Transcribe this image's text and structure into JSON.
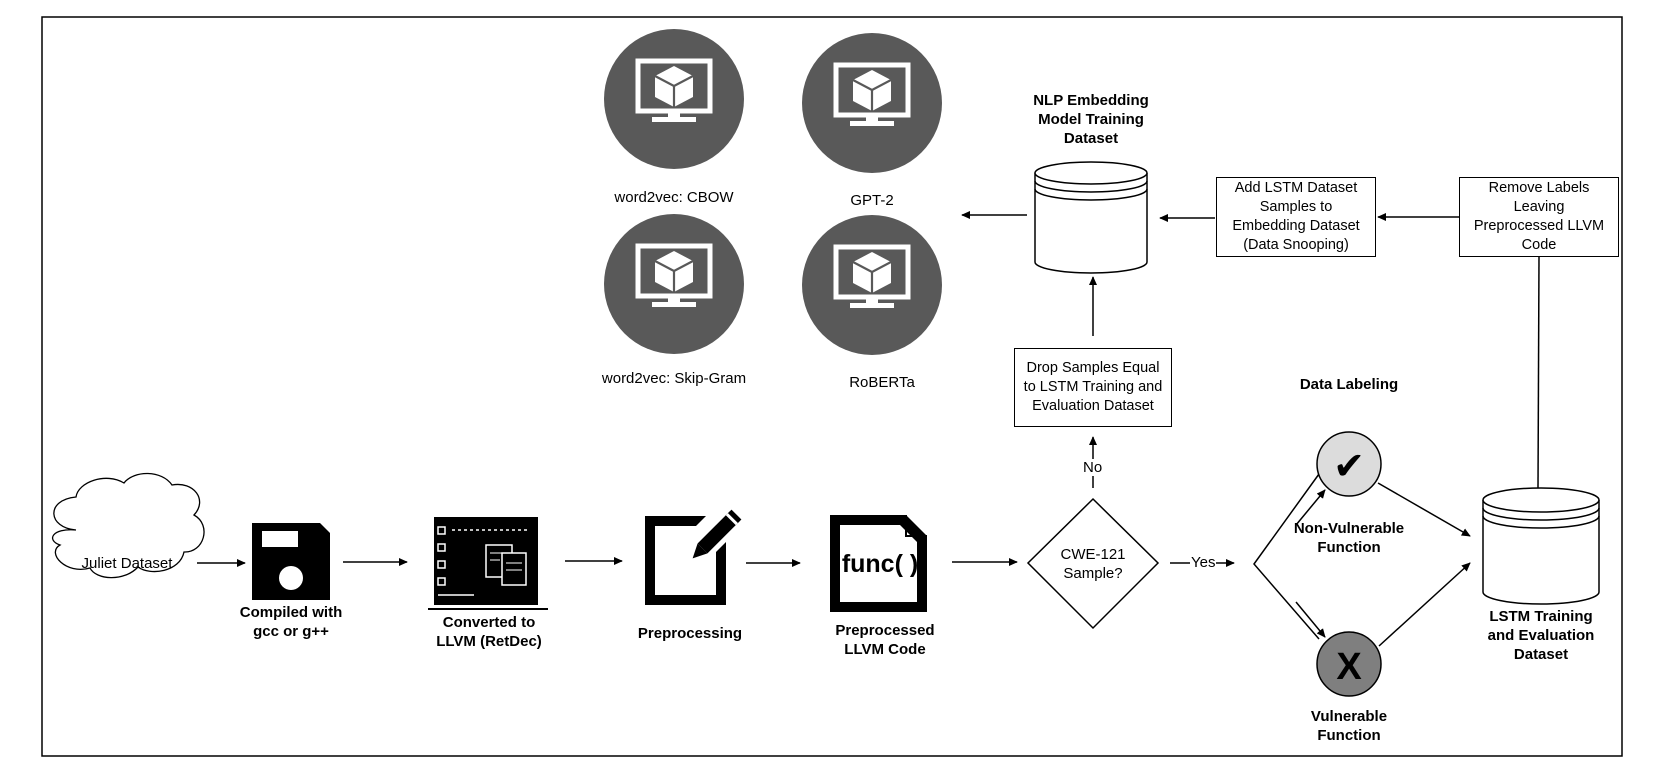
{
  "colors": {
    "line": "#000000",
    "model_circle": "#595959",
    "check_circle": "#dcdcdc",
    "x_circle": "#7f7f7f"
  },
  "pipeline": {
    "juliet": "Juliet Dataset",
    "compiled": "Compiled with\ngcc or g++",
    "converted": "Converted to\nLLVM (RetDec)",
    "preprocessing": "Preprocessing",
    "preprocessed": "Preprocessed\nLLVM Code",
    "func_text": "func( )",
    "decision": "CWE-121\nSample?",
    "yes": "Yes",
    "no": "No"
  },
  "labeling": {
    "title": "Data Labeling",
    "non_vulnerable": "Non-Vulnerable\nFunction",
    "vulnerable": "Vulnerable\nFunction",
    "x_mark": "X",
    "check_mark": "✔"
  },
  "datasets": {
    "lstm": "LSTM Training\nand Evaluation\nDataset",
    "nlp": "NLP Embedding\nModel Training\nDataset"
  },
  "boxes": {
    "remove_labels": "Remove Labels\nLeaving\nPreprocessed LLVM\nCode",
    "add_lstm": "Add LSTM Dataset\nSamples to\nEmbedding Dataset\n(Data Snooping)",
    "drop_samples": "Drop Samples Equal\nto LSTM Training and\nEvaluation Dataset"
  },
  "models": [
    {
      "name": "word2vec: CBOW",
      "icon": "monitor-cube-icon"
    },
    {
      "name": "GPT-2",
      "icon": "monitor-cube-icon"
    },
    {
      "name": "word2vec: Skip-Gram",
      "icon": "monitor-cube-icon"
    },
    {
      "name": "RoBERTa",
      "icon": "monitor-cube-icon"
    }
  ]
}
